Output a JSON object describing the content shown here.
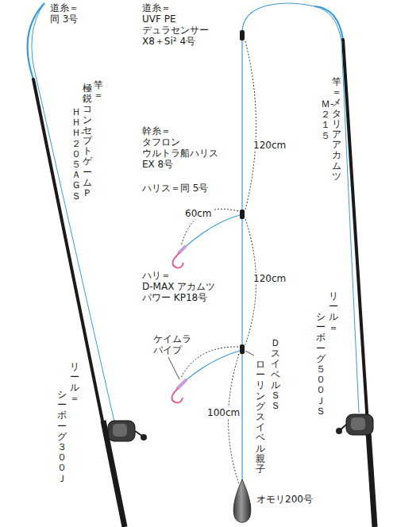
{
  "diagram": {
    "labels": [
      "道糸＝",
      "同 3号",
      "竿＝",
      "極鋭 コンセプトゲームＰ",
      "ＨＨＨ-２０５ ＡＧＳ",
      "リール＝",
      "シーボーグ３００Ｊ",
      "道糸＝",
      "UVF PE",
      "デュラセンサー",
      "X8＋Si² 4号",
      "幹糸＝",
      "タフロン",
      "ウルトラ船ハリス",
      "EX 8号",
      "ハリス＝同 5号",
      "120cm",
      "60cm",
      "ハリ＝",
      "D-MAX アカムツ",
      "パワー KP18号",
      "120cm",
      "ケイムラ",
      "パイプ",
      "Ｄスイベル ＳＳ",
      "ローリングスイベル親子",
      "100cm",
      "オモリ200号",
      "竿＝メタリア アカムツ",
      "Ｍ-２１５",
      "リール＝",
      "シーボーグ５００ＪＳ"
    ]
  }
}
